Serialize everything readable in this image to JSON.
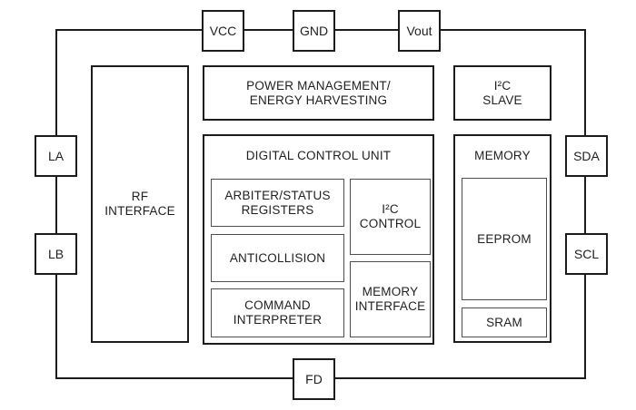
{
  "pins": {
    "vcc": {
      "label": "VCC"
    },
    "gnd": {
      "label": "GND"
    },
    "vout": {
      "label": "Vout"
    },
    "la": {
      "label": "LA"
    },
    "lb": {
      "label": "LB"
    },
    "sda": {
      "label": "SDA"
    },
    "scl": {
      "label": "SCL"
    },
    "fd": {
      "label": "FD"
    }
  },
  "blocks": {
    "rf_interface": {
      "lines": [
        "RF",
        "INTERFACE"
      ]
    },
    "power_management": {
      "lines": [
        "POWER MANAGEMENT/",
        "ENERGY HARVESTING"
      ]
    },
    "i2c_slave": {
      "lines": [
        "I²C",
        "SLAVE"
      ]
    },
    "digital_control_unit": {
      "title": "DIGITAL CONTROL UNIT",
      "sub": {
        "arbiter_status_registers": {
          "lines": [
            "ARBITER/STATUS",
            "REGISTERS"
          ]
        },
        "anticollision": {
          "lines": [
            "ANTICOLLISION"
          ]
        },
        "command_interpreter": {
          "lines": [
            "COMMAND",
            "INTERPRETER"
          ]
        },
        "i2c_control": {
          "lines": [
            "I²C",
            "CONTROL"
          ]
        },
        "memory_interface": {
          "lines": [
            "MEMORY",
            "INTERFACE"
          ]
        }
      }
    },
    "memory": {
      "title": "MEMORY",
      "sub": {
        "eeprom": {
          "label": "EEPROM"
        },
        "sram": {
          "label": "SRAM"
        }
      }
    }
  },
  "colors": {
    "background": "#ffffff",
    "outer_border": "#1c1c1c",
    "inner_border": "#4d4d4d",
    "wire": "#1c1c1c",
    "text": "#1f1f1f"
  }
}
